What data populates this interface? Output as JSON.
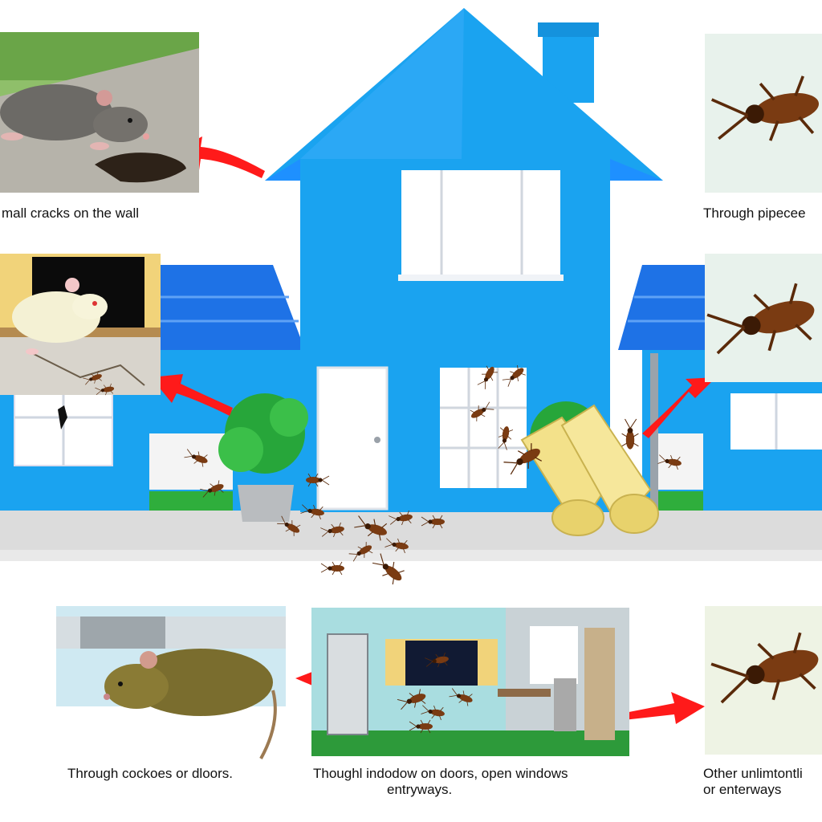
{
  "captions": {
    "cracks": "mall cracks on the wall",
    "pipes": "Through pipecee",
    "doors": "Through cockoes or dloors.",
    "windows_line1": "Thoughl indodow on doors, open windows",
    "windows_line2": "entryways.",
    "other_line1": "Other unlimtontli",
    "other_line2": "or enterways"
  },
  "icons": [
    "rat-icon",
    "mouse-icon",
    "cockroach-icon",
    "red-arrow-icon",
    "house-icon",
    "window-icon",
    "door-icon",
    "pipe-icon",
    "bush-icon",
    "fence-icon"
  ],
  "colors": {
    "house_blue": "#1aa3f0",
    "roof_blue": "#1e90ff",
    "arrow_red": "#ff1a1a",
    "roach_brown": "#7a3b12",
    "pipe_yellow": "#f3e18a"
  }
}
